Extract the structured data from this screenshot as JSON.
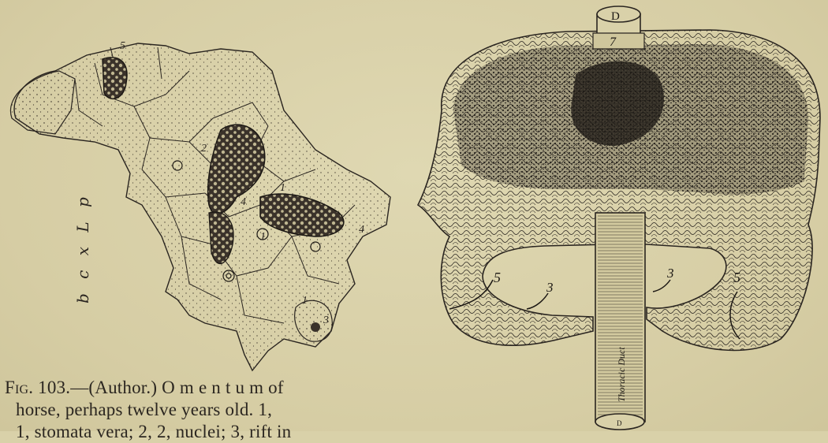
{
  "caption": {
    "fig_label": "Fig.",
    "line1_rest": " 103.—(Author.)  O m e n t u m  of",
    "line2": "horse, perhaps twelve years old.  1,",
    "line3": "1, stomata vera; 2, 2, nuclei; 3, rift in"
  },
  "left_figure": {
    "callouts": [
      "5",
      "2",
      "1",
      "4",
      "1",
      "1",
      "3",
      "4"
    ],
    "side_annotation": "b c x L p"
  },
  "right_figure": {
    "duct_top_label": "D",
    "duct_bottom_label": "D",
    "vessel_label": "7",
    "duct_name": "Thoracic Duct",
    "callouts": [
      "5",
      "3",
      "3",
      "5"
    ]
  },
  "colors": {
    "paper": "#d9d1a9",
    "ink": "#2a2520",
    "stipple_dark": "#1c1814"
  }
}
